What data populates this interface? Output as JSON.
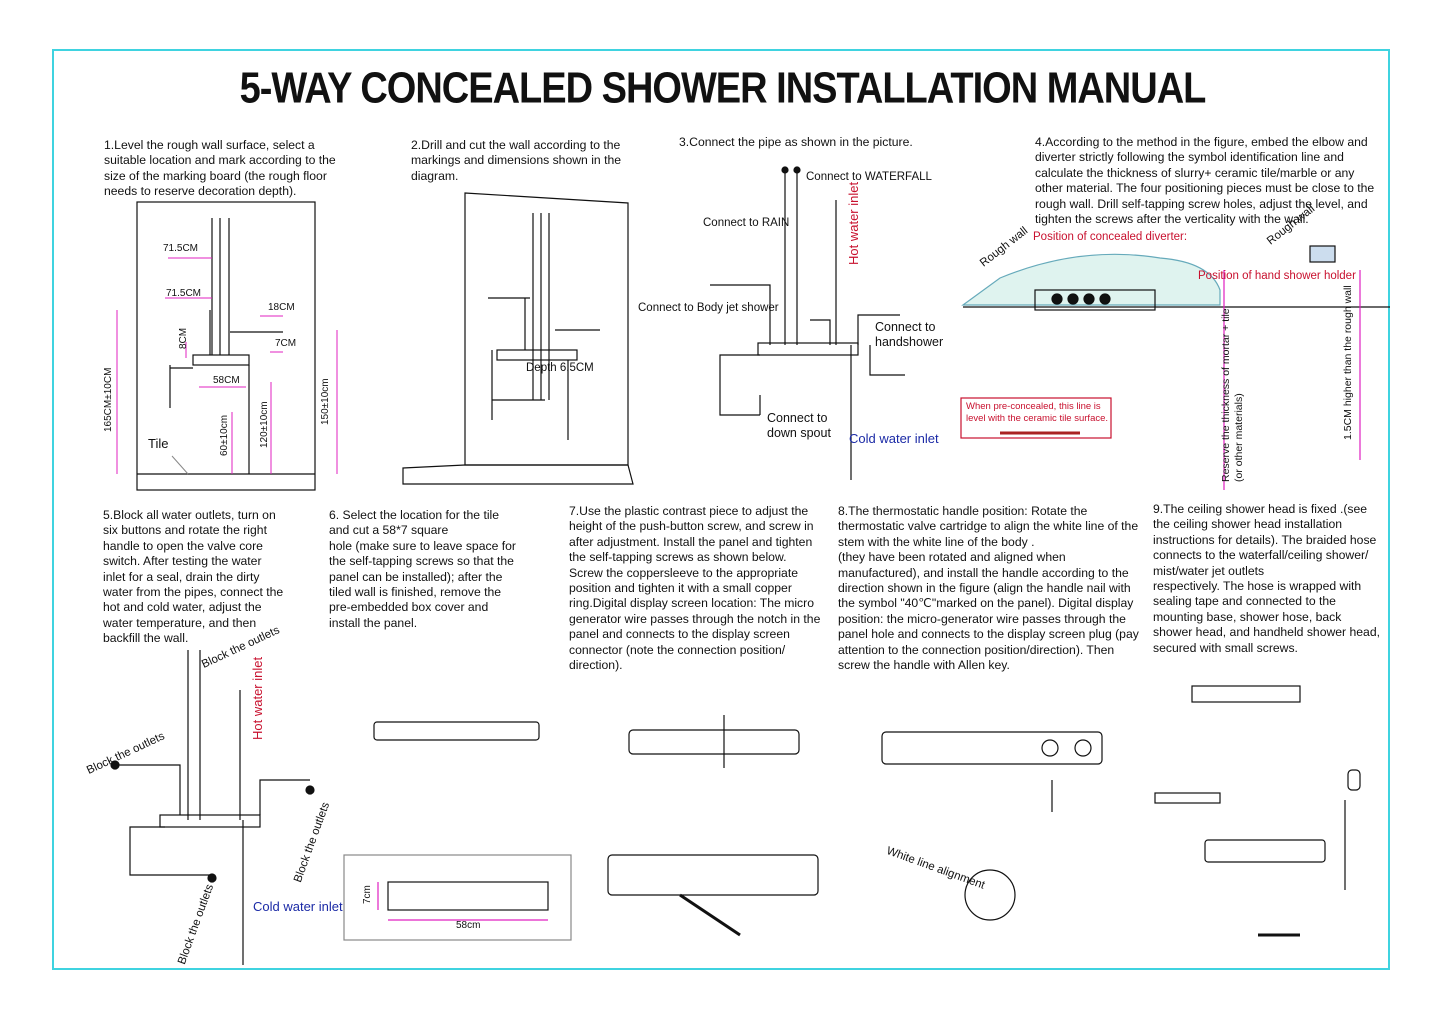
{
  "title": "5-WAY CONCEALED SHOWER INSTALLATION MANUAL",
  "steps": {
    "s1": "1.Level the rough wall surface, select a\nsuitable location and mark according to the\nsize of the marking board (the rough floor\nneeds to reserve decoration depth).",
    "s2": "2.Drill and cut the wall according to the\nmarkings and dimensions shown in the\ndiagram.",
    "s3": "3.Connect the pipe as shown in the picture.",
    "s4": "4.According to the method in the figure, embed the elbow and\ndiverter strictly following the symbol identification line and\ncalculate the thickness of slurry+ ceramic tile/marble or any\nother material. The four positioning pieces must be close to the\nrough wall. Drill self-tapping screw holes, adjust the level, and\ntighten the screws after the verticality with the wall.",
    "s5": "5.Block all water outlets, turn on\nsix buttons and rotate the right\nhandle to open the valve core\nswitch. After testing the water\ninlet for a seal, drain the dirty\nwater from the pipes, connect the\nhot and cold water, adjust the\nwater temperature, and then\nbackfill the wall.",
    "s6": "6. Select the location for the tile\nand cut a 58*7 square\nhole (make sure to leave space for\nthe self-tapping screws so that the\npanel can be installed); after the\ntiled wall is finished, remove the\npre-embedded box cover and\ninstall the panel.",
    "s7": "7.Use the plastic contrast piece to adjust the\nheight of the push-button screw, and screw in\nafter adjustment. Install the panel and tighten\nthe self-tapping screws as shown below.\nScrew the coppersleeve to the appropriate\nposition and tighten it with a small copper\nring.Digital display screen location: The micro\ngenerator wire passes through the notch in the\npanel and connects to the display screen\nconnector (note the connection position/\ndirection).",
    "s8": "8.The thermostatic handle position: Rotate the\nthermostatic valve cartridge to align the white line of the\nstem with the white line of the body .\n(they have been rotated and aligned when\nmanufactured), and install the handle according to the\ndirection shown in the figure (align the handle nail with\nthe symbol \"40℃\"marked on the panel). Digital display\nposition: the micro-generator wire passes through the\npanel hole and connects to the display screen plug (pay\nattention to the connection position/direction). Then\nscrew the handle with Allen key.",
    "s9": "9.The ceiling shower head is fixed .(see\nthe ceiling shower head installation\ninstructions for details). The braided hose\nconnects to the waterfall/ceiling shower/\nmist/water jet outlets\nrespectively. The hose is wrapped with\nsealing tape and connected to the\nmounting base, shower hose, back\nshower head, and handheld shower head,\nsecured with small screws."
  },
  "labels": {
    "d71a": "71.5CM",
    "d71b": "71.5CM",
    "d18": "18CM",
    "d8": "8CM",
    "d7": "7CM",
    "d58": "58CM",
    "d165": "165CM±10CM",
    "d150": "150±10cm",
    "d120": "120±10cm",
    "d60": "60±10cm",
    "tile": "Tile",
    "depth": "Depth 6.5CM",
    "waterfall": "Connect to WATERFALL",
    "rain": "Connect to RAIN",
    "hot": "Hot water inlet",
    "body_jet": "Connect to Body jet shower",
    "handshower": "Connect to\nhandshower",
    "down_spout": "Connect to\ndown spout",
    "cold": "Cold water inlet",
    "rough_wall_a": "Rough wall",
    "rough_wall_b": "Rough wall",
    "diverter_pos": "Position of concealed diverter:",
    "holder_pos": "Position of hand shower holder",
    "pre_concealed": "When pre-concealed, this line is\nlevel with the ceramic tile surface.",
    "reserve": "Reserve the thickness of mortar + tile\n(or other materials)",
    "higher": "1.5CM higher than  the rough wall",
    "block1": "Block the outlets",
    "block2": "Block the outlets",
    "block3": "Block the outlets",
    "block4": "Block the outlets",
    "hot5": "Hot water inlet",
    "cold5": "Cold water inlet",
    "d7cm": "7cm",
    "d58cm": "58cm",
    "white_line": "White line alignment"
  },
  "colors": {
    "frame": "#3fd3e0",
    "dim": "#e020c0",
    "red": "#c8102e",
    "blue": "#1b2aa6"
  }
}
